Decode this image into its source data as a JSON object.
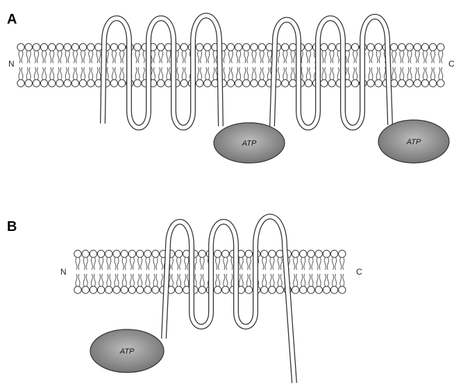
{
  "panels": [
    {
      "letter": "A",
      "n_label": "N",
      "c_label": "C",
      "atp_labels": [
        "ATP",
        "ATP"
      ]
    },
    {
      "letter": "B",
      "n_label": "N",
      "c_label": "C",
      "atp_labels": [
        "ATP"
      ]
    }
  ],
  "colors": {
    "atp_fill": "#8c8c8c",
    "line": "#333333"
  }
}
